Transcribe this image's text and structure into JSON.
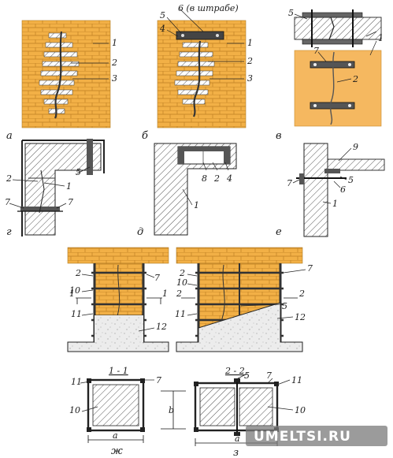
{
  "panels": {
    "a": {
      "caption": "а",
      "labels": [
        "1",
        "2",
        "3"
      ]
    },
    "b": {
      "caption": "б",
      "labels": [
        "5",
        "6 (в штрабе)",
        "4",
        "1",
        "2",
        "3"
      ]
    },
    "v": {
      "caption": "в",
      "labels": [
        "5",
        "1",
        "7",
        "2"
      ]
    },
    "g": {
      "caption": "г",
      "labels": [
        "5",
        "2",
        "1",
        "7",
        "7"
      ]
    },
    "d": {
      "caption": "д",
      "labels": [
        "8",
        "2",
        "4",
        "1"
      ]
    },
    "e": {
      "caption": "е",
      "labels": [
        "9",
        "5",
        "7",
        "6",
        "1"
      ]
    },
    "zh_elev": {
      "labels": [
        "2",
        "7",
        "10",
        "1",
        "1",
        "11",
        "12"
      ]
    },
    "z_elev": {
      "labels": [
        "2",
        "10",
        "7",
        "2",
        "2",
        "5",
        "11",
        "12"
      ]
    },
    "zh_sec": {
      "caption": "ж",
      "section": "1 - 1",
      "labels": [
        "11",
        "7",
        "10",
        "a"
      ]
    },
    "z_sec": {
      "caption": "з",
      "section": "2 - 2",
      "labels": [
        "5",
        "7",
        "11",
        "10",
        "b",
        "a"
      ]
    }
  },
  "watermark": "UMELTSI.RU",
  "colors": {
    "brick": "#f2b046",
    "brick_mortar": "#c98a2a",
    "plaster": "#f5b860",
    "hatch": "#555555",
    "concrete": "#ececec"
  }
}
